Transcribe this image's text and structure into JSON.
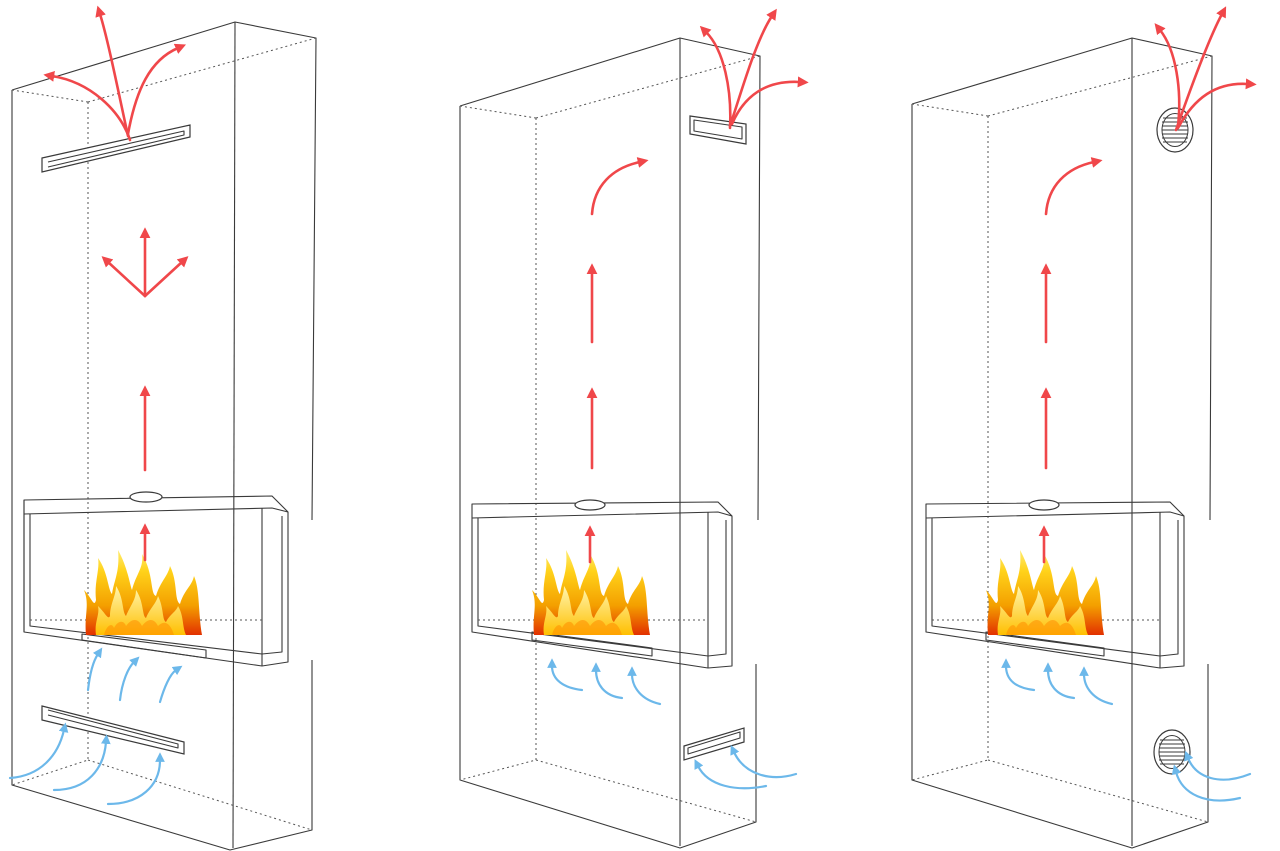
{
  "colors": {
    "hot_air": "#f0474a",
    "cold_air": "#6cb8ea",
    "outline": "#3a3a3a",
    "flame_outer": "#f4a000",
    "flame_inner": "#ffe24a",
    "flame_core": "#fff6b0"
  },
  "icons": {
    "hot_air": "arrow-up-icon",
    "cold_air": "curved-arrow-icon",
    "fire": "flame-icon",
    "round_vent": "round-grille-icon",
    "slot_vent": "slot-grille-icon"
  },
  "variants": [
    {
      "id": "front-slot-vents",
      "inlet": "front-slot",
      "outlet": "front-slot"
    },
    {
      "id": "side-slot-vents",
      "inlet": "side-slot",
      "outlet": "side-slot"
    },
    {
      "id": "side-round-vents",
      "inlet": "side-round",
      "outlet": "side-round"
    }
  ]
}
